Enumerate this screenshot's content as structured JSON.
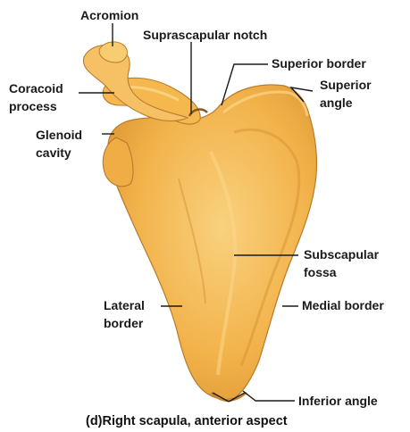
{
  "labels": {
    "acromion": "Acromion",
    "suprascapular_notch": "Suprascapular notch",
    "superior_border": "Superior border",
    "coracoid_line1": "Coracoid",
    "coracoid_line2": "process",
    "superior_angle_line1": "Superior",
    "superior_angle_line2": "angle",
    "glenoid_line1": "Glenoid",
    "glenoid_line2": "cavity",
    "subscapular_line1": "Subscapular",
    "subscapular_line2": "fossa",
    "lateral_line1": "Lateral",
    "lateral_line2": "border",
    "medial_border": "Medial border",
    "inferior_angle": "Inferior angle"
  },
  "caption": "(d)Right scapula, anterior aspect",
  "colors": {
    "bone_fill": "#f2b24a",
    "bone_light": "#f8cd74",
    "bone_shadow": "#c9842a",
    "bone_outline": "#b87a2c"
  }
}
